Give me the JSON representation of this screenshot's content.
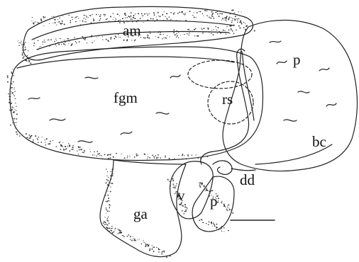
{
  "figure": {
    "labels": {
      "am": "am",
      "fgm": "fgm",
      "rs": "rs",
      "p_upper": "p",
      "bc": "bc",
      "dd": "dd",
      "v": "v",
      "p_lower": "p",
      "ga": "ga"
    },
    "line_color": "#222222",
    "stipple_color": "#333333",
    "background": "#ffffff"
  }
}
